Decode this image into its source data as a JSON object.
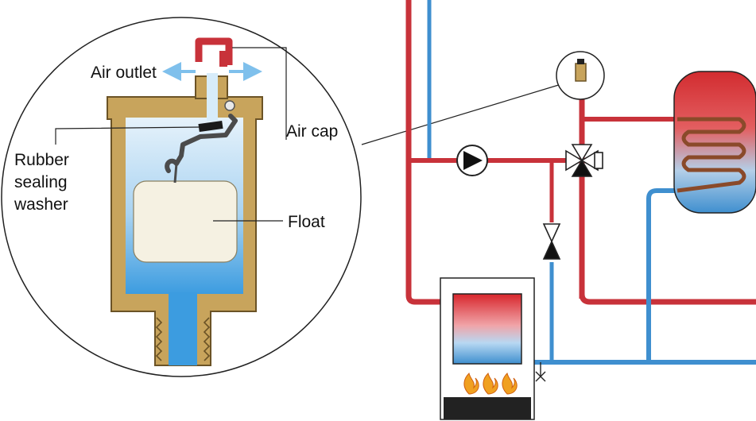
{
  "labels": {
    "air_outlet": "Air outlet",
    "air_cap": "Air cap",
    "rubber_line1": "Rubber",
    "rubber_line2": "sealing",
    "rubber_line3": "washer",
    "float": "Float"
  },
  "colors": {
    "hot_pipe": "#c8323a",
    "cold_pipe": "#3f8fcf",
    "brass_body": "#c8a45c",
    "water": "#3c9ce0",
    "air_space": "#cfe6f6",
    "float": "#f5f1e2",
    "flame": "#f0a020",
    "boiler_base": "#222222"
  }
}
